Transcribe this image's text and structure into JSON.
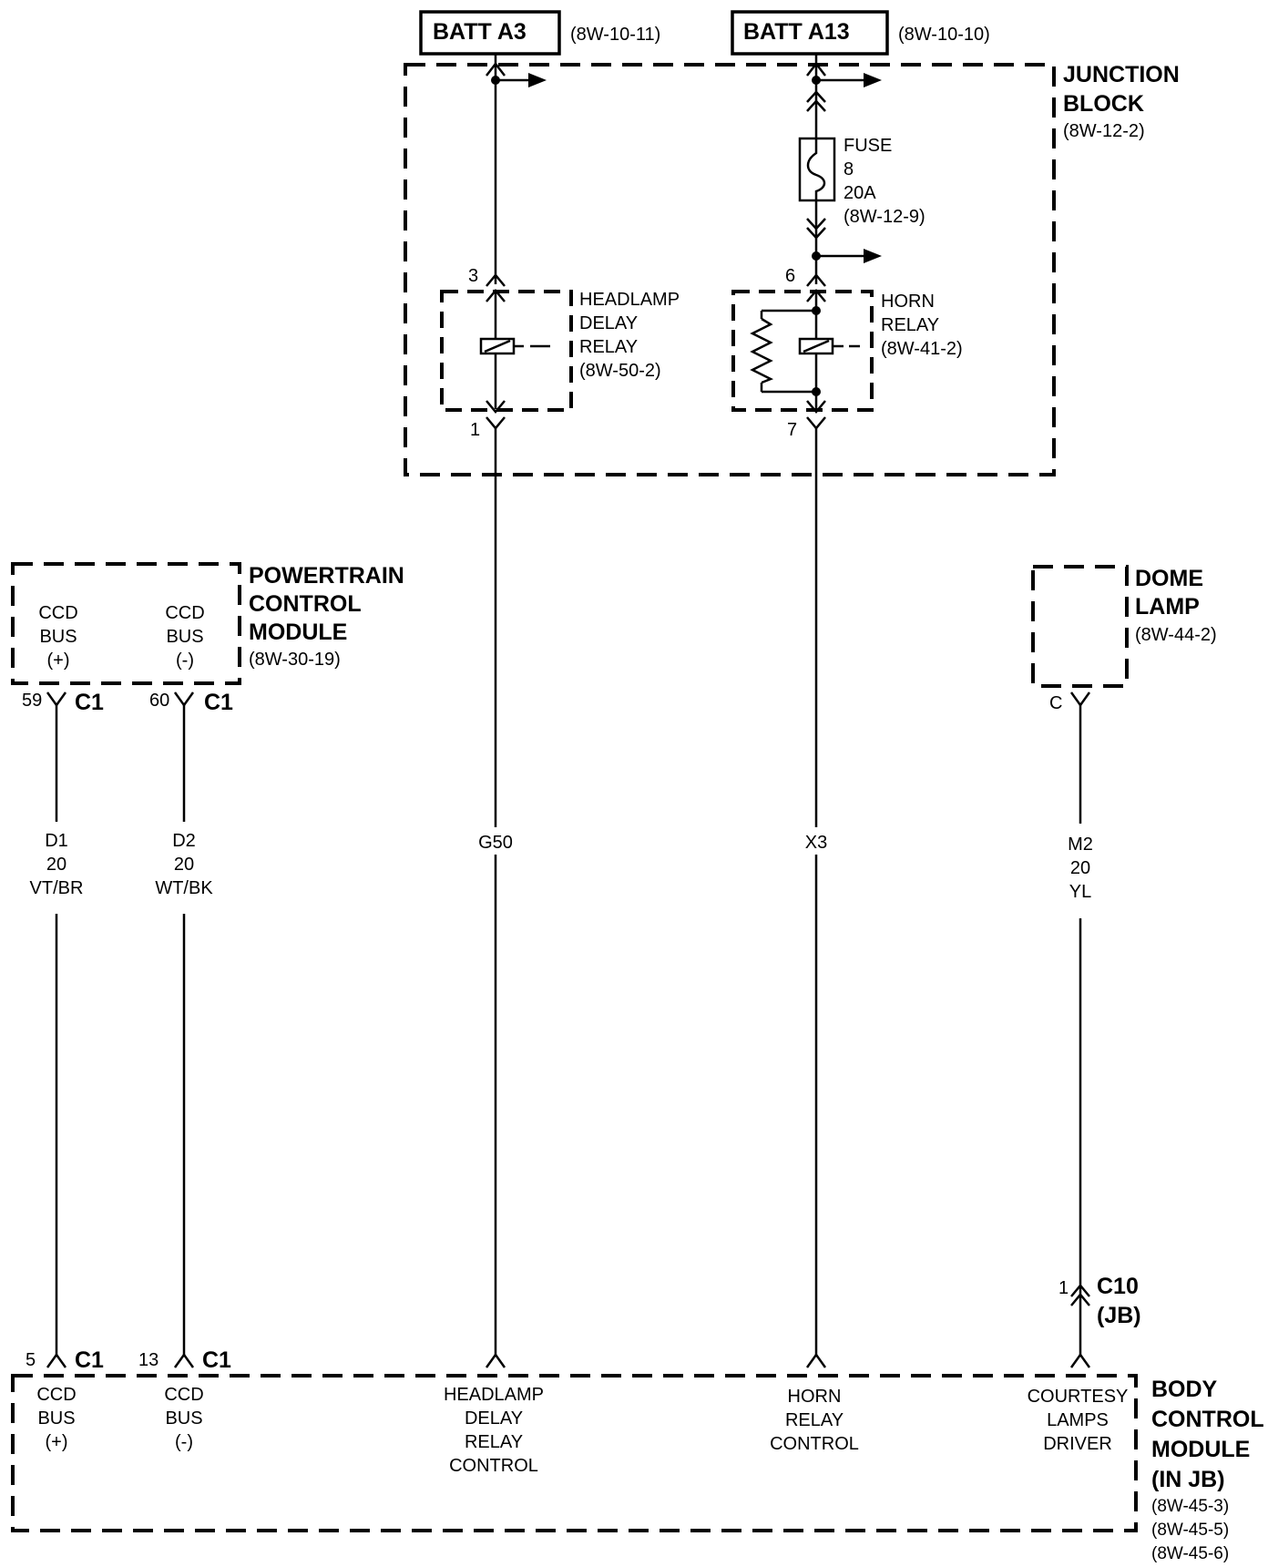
{
  "sources": {
    "batt_a3": {
      "label": "BATT A3",
      "ref": "(8W-10-11)"
    },
    "batt_a13": {
      "label": "BATT A13",
      "ref": "(8W-10-10)"
    }
  },
  "junction_block": {
    "line1": "JUNCTION",
    "line2": "BLOCK",
    "ref": "(8W-12-2)"
  },
  "fuse": {
    "line1": "FUSE",
    "line2": "8",
    "line3": "20A",
    "ref": "(8W-12-9)"
  },
  "headlamp_relay": {
    "line1": "HEADLAMP",
    "line2": "DELAY",
    "line3": "RELAY",
    "ref": "(8W-50-2)",
    "pin_in": "3",
    "pin_out": "1"
  },
  "horn_relay": {
    "line1": "HORN",
    "line2": "RELAY",
    "ref": "(8W-41-2)",
    "pin_in": "6",
    "pin_out": "7"
  },
  "pcm": {
    "line1": "POWERTRAIN",
    "line2": "CONTROL",
    "line3": "MODULE",
    "ref": "(8W-30-19)",
    "pos": {
      "l1": "CCD",
      "l2": "BUS",
      "l3": "(+)",
      "pin": "59",
      "conn": "C1"
    },
    "neg": {
      "l1": "CCD",
      "l2": "BUS",
      "l3": "(-)",
      "pin": "60",
      "conn": "C1"
    }
  },
  "dome_lamp": {
    "line1": "DOME",
    "line2": "LAMP",
    "ref": "(8W-44-2)",
    "pin": "C"
  },
  "wires": {
    "d1": {
      "code": "D1",
      "gauge": "20",
      "color": "VT/BR"
    },
    "d2": {
      "code": "D2",
      "gauge": "20",
      "color": "WT/BK"
    },
    "g50": {
      "code": "G50"
    },
    "x3": {
      "code": "X3"
    },
    "m2": {
      "code": "M2",
      "gauge": "20",
      "color": "YL"
    }
  },
  "c10": {
    "pin": "1",
    "conn": "C10",
    "sub": "(JB)"
  },
  "bcm": {
    "line1": "BODY",
    "line2": "CONTROL",
    "line3": "MODULE",
    "line4": "(IN JB)",
    "refs": [
      "(8W-45-3)",
      "(8W-45-5)",
      "(8W-45-6)"
    ],
    "ccd_pos": {
      "l1": "CCD",
      "l2": "BUS",
      "l3": "(+)",
      "pin": "5",
      "conn": "C1"
    },
    "ccd_neg": {
      "l1": "CCD",
      "l2": "BUS",
      "l3": "(-)",
      "pin": "13",
      "conn": "C1"
    },
    "headlamp": {
      "l1": "HEADLAMP",
      "l2": "DELAY",
      "l3": "RELAY",
      "l4": "CONTROL"
    },
    "horn": {
      "l1": "HORN",
      "l2": "RELAY",
      "l3": "CONTROL"
    },
    "courtesy": {
      "l1": "COURTESY",
      "l2": "LAMPS",
      "l3": "DRIVER"
    }
  }
}
